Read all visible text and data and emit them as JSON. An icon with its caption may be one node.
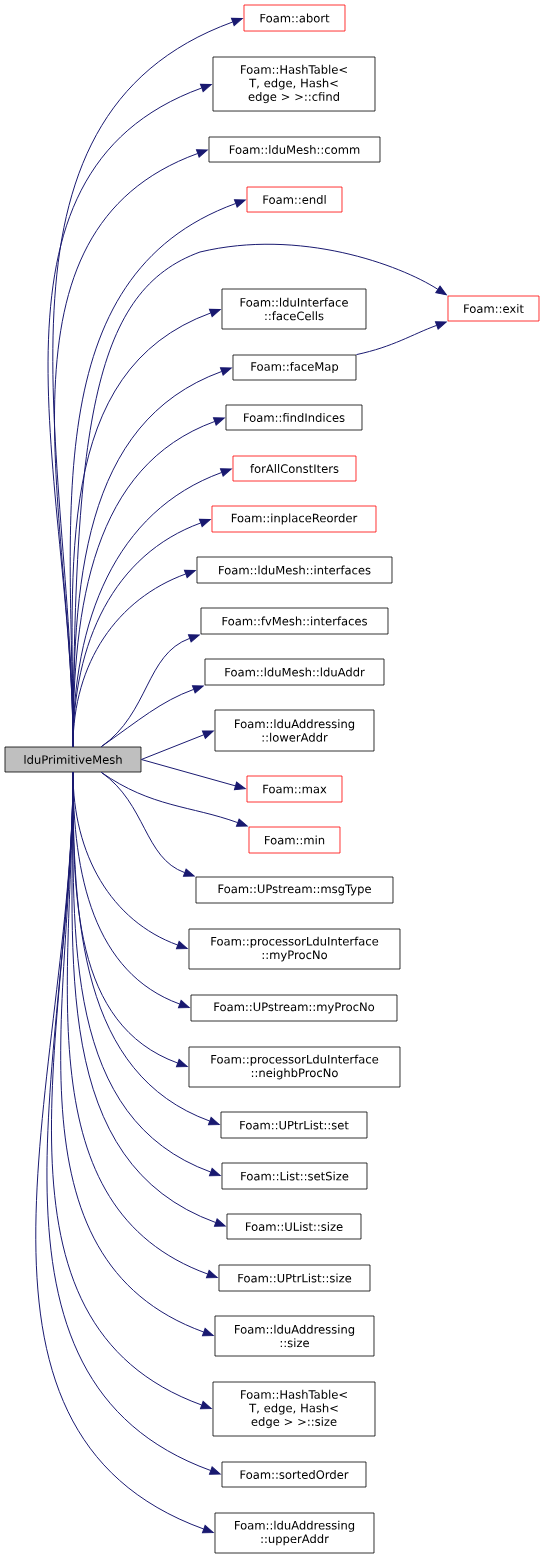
{
  "diagram": {
    "nodes": [
      {
        "text": [
          "lduPrimitiveMesh"
        ]
      },
      {
        "text": [
          "Foam::abort"
        ]
      },
      {
        "text": [
          "Foam::HashTable< T, edge, Hash< edge > >::cfind"
        ]
      },
      {
        "text": [
          "Foam::lduMesh::comm"
        ]
      },
      {
        "text": [
          "Foam::endl"
        ]
      },
      {
        "text": [
          "Foam::exit"
        ]
      },
      {
        "text": [
          "Foam::lduInterface ::faceCells"
        ]
      },
      {
        "text": [
          "Foam::faceMap"
        ]
      },
      {
        "text": [
          "Foam::findIndices"
        ]
      },
      {
        "text": [
          "forAllConstIters"
        ]
      },
      {
        "text": [
          "Foam::inplaceReorder"
        ]
      },
      {
        "text": [
          "Foam::lduMesh::interfaces"
        ]
      },
      {
        "text": [
          "Foam::fvMesh::interfaces"
        ]
      },
      {
        "text": [
          "Foam::lduMesh::lduAddr"
        ]
      },
      {
        "text": [
          "Foam::lduAddressing ::lowerAddr"
        ]
      },
      {
        "text": [
          "Foam::max"
        ]
      },
      {
        "text": [
          "Foam::min"
        ]
      },
      {
        "text": [
          "Foam::UPstream::msgType"
        ]
      },
      {
        "text": [
          "Foam::processorLduInterface ::myProcNo"
        ]
      },
      {
        "text": [
          "Foam::UPstream::myProcNo"
        ]
      },
      {
        "text": [
          "Foam::processorLduInterface ::neighbProcNo"
        ]
      },
      {
        "text": [
          "Foam::UPtrList::set"
        ]
      },
      {
        "text": [
          "Foam::List::setSize"
        ]
      },
      {
        "text": [
          "Foam::UList::size"
        ]
      },
      {
        "text": [
          "Foam::UPtrList::size"
        ]
      },
      {
        "text": [
          "Foam::lduAddressing ::size"
        ]
      },
      {
        "text": [
          "Foam::HashTable< T, edge, Hash< edge > >::size"
        ]
      },
      {
        "text": [
          "Foam::sortedOrder"
        ]
      },
      {
        "text": [
          "Foam::lduAddressing ::upperAddr"
        ]
      }
    ],
    "edges": [
      {
        "from": 0,
        "to": 1,
        "arrow": "to"
      },
      {
        "from": 0,
        "to": 2,
        "arrow": "to"
      },
      {
        "from": 0,
        "to": 3,
        "arrow": "to"
      },
      {
        "from": 0,
        "to": 4,
        "arrow": "to"
      },
      {
        "from": 0,
        "to": 5,
        "arrow": "to"
      },
      {
        "from": 0,
        "to": 6,
        "arrow": "to"
      },
      {
        "from": 0,
        "to": 7,
        "arrow": "to"
      },
      {
        "from": 0,
        "to": 8,
        "arrow": "to"
      },
      {
        "from": 0,
        "to": 9,
        "arrow": "to"
      },
      {
        "from": 0,
        "to": 10,
        "arrow": "to"
      },
      {
        "from": 0,
        "to": 11,
        "arrow": "to"
      },
      {
        "from": 0,
        "to": 12,
        "arrow": "to"
      },
      {
        "from": 0,
        "to": 13,
        "arrow": "to"
      },
      {
        "from": 0,
        "to": 14,
        "arrow": "to"
      },
      {
        "from": 0,
        "to": 15,
        "arrow": "to"
      },
      {
        "from": 0,
        "to": 16,
        "arrow": "to"
      },
      {
        "from": 0,
        "to": 17,
        "arrow": "to"
      },
      {
        "from": 0,
        "to": 18,
        "arrow": "to"
      },
      {
        "from": 0,
        "to": 19,
        "arrow": "to"
      },
      {
        "from": 0,
        "to": 20,
        "arrow": "to"
      },
      {
        "from": 0,
        "to": 21,
        "arrow": "to"
      },
      {
        "from": 0,
        "to": 22,
        "arrow": "to"
      },
      {
        "from": 0,
        "to": 23,
        "arrow": "to"
      },
      {
        "from": 0,
        "to": 24,
        "arrow": "to"
      },
      {
        "from": 0,
        "to": 25,
        "arrow": "to"
      },
      {
        "from": 0,
        "to": 26,
        "arrow": "to"
      },
      {
        "from": 0,
        "to": 27,
        "arrow": "to"
      },
      {
        "from": 0,
        "to": 28,
        "arrow": "to"
      },
      {
        "from": 7,
        "to": 5,
        "arrow": "to"
      }
    ]
  }
}
